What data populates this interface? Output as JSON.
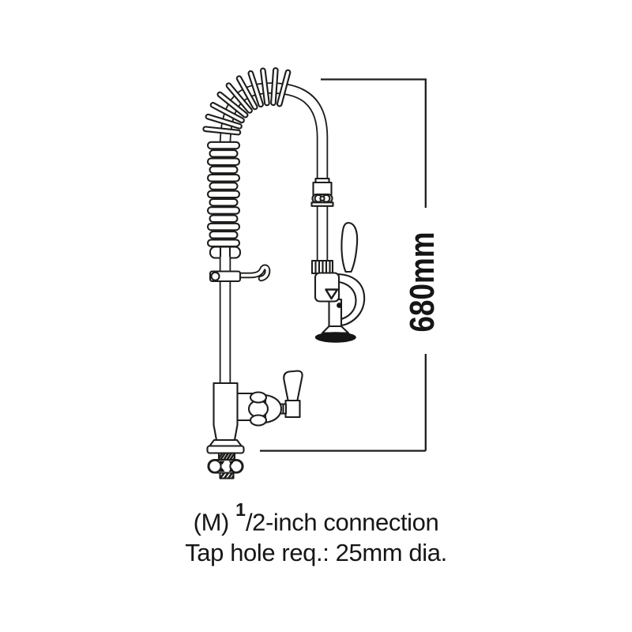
{
  "diagram": {
    "dimension": {
      "label": "680mm"
    },
    "caption": {
      "line1": {
        "prefix": "(M) ",
        "fraction_numerator": "1",
        "rest": "/2-inch connection"
      },
      "line2": "Tap hole req.: 25mm dia."
    },
    "colors": {
      "line": "#1d1d1b",
      "text": "#161616",
      "bumper_fill": "#151515",
      "background": "#ffffff"
    }
  }
}
